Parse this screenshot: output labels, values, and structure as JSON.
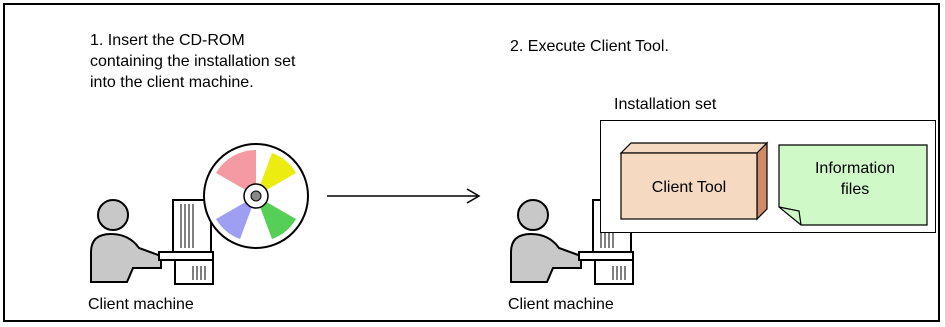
{
  "steps": {
    "step1": "1. Insert the CD-ROM\ncontaining the installation set\ninto the client machine.",
    "step2": "2. Execute Client Tool."
  },
  "machines": {
    "left_label": "Client machine",
    "right_label": "Client machine"
  },
  "installation_set": {
    "title": "Installation set",
    "client_tool": "Client Tool",
    "info_files_line1": "Information",
    "info_files_line2": "files"
  },
  "colors": {
    "client_tool_fill": "#f6d9c1",
    "client_tool_side": "#d08a68",
    "info_files_fill": "#cffac8",
    "cd_red": "#f59aa2",
    "cd_yellow": "#ecec10",
    "cd_blue": "#9e9ef2",
    "cd_green": "#55cf55",
    "figure_gray": "#c8c8c8"
  },
  "icons": [
    "cd-rom-icon",
    "user-icon",
    "computer-icon",
    "arrow-icon"
  ]
}
